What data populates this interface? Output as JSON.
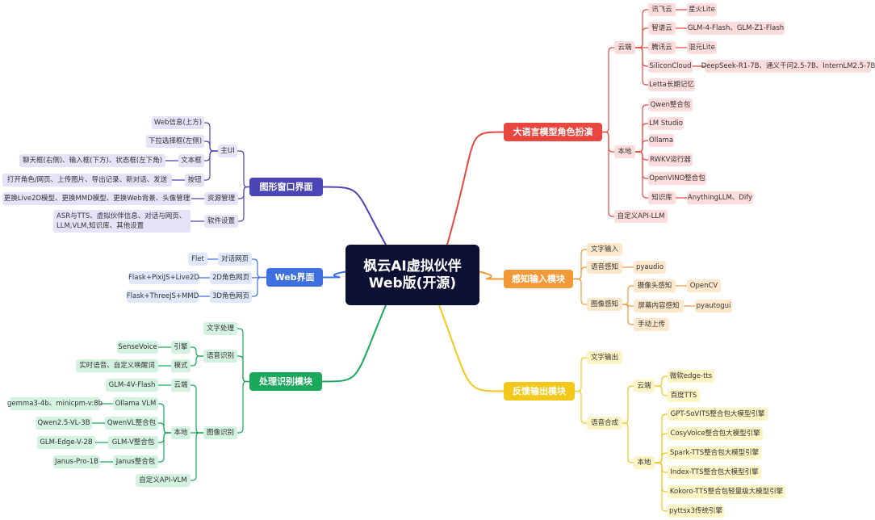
{
  "root": {
    "line1": "枫云AI虚拟伙伴",
    "line2": "Web版(开源)"
  },
  "colors": {
    "root": "#0c1033",
    "red": "#e8473f",
    "orange": "#f29a3a",
    "yellow": "#f2c81a",
    "green": "#1aa85c",
    "blue": "#3d6fe0",
    "purple": "#4b45b5"
  },
  "branches": {
    "llm": {
      "label": "大语言模型角色扮演",
      "cloud": {
        "label": "云端",
        "xunfei": {
          "label": "讯飞云",
          "leaf": "星火Lite"
        },
        "zhipu": {
          "label": "智谱云",
          "leaf": "GLM-4-Flash、GLM-Z1-Flash"
        },
        "tencent": {
          "label": "腾讯云",
          "leaf": "混元Lite"
        },
        "silicon": {
          "label": "SiliconCloud",
          "leaf": "DeepSeek-R1-7B、通义千问2.5-7B、InternLM2.5-7B"
        },
        "letta": {
          "label": "Letta长期记忆"
        }
      },
      "local": {
        "label": "本地",
        "items": [
          "Qwen整合包",
          "LM Studio",
          "Ollama",
          "RWKV运行器",
          "OpenVINO整合包"
        ],
        "kb": {
          "label": "知识库",
          "leaf": "AnythingLLM、Dify"
        }
      },
      "custom": "自定义API-LLM"
    },
    "input": {
      "label": "感知输入模块",
      "text": "文字输入",
      "voice": {
        "label": "语音感知",
        "leaf": "pyaudio"
      },
      "image": {
        "label": "图像感知",
        "camera": {
          "label": "摄像头感知",
          "leaf": "OpenCV"
        },
        "screen": {
          "label": "屏幕内容感知",
          "leaf": "pyautogui"
        },
        "upload": "手动上传"
      }
    },
    "output": {
      "label": "反馈输出模块",
      "text": "文字输出",
      "tts": {
        "label": "语音合成",
        "cloud": {
          "label": "云端",
          "items": [
            "微软edge-tts",
            "百度TTS"
          ]
        },
        "local": {
          "label": "本地",
          "items": [
            "GPT-SoVITS整合包大模型引擎",
            "CosyVoice整合包大模型引擎",
            "Spark-TTS整合包大模型引擎",
            "Index-TTS整合包大模型引擎",
            "Kokoro-TTS整合包轻量级大模型引擎",
            "pyttsx3传统引擎"
          ]
        }
      }
    },
    "gui": {
      "label": "图形窗口界面",
      "main": {
        "label": "主UI",
        "items": [
          "Web信息(上方)",
          "下拉选择框(左侧)"
        ],
        "textbox": {
          "label": "文本框",
          "leaf": "聊天框(右侧)、输入框(下方)、状态框(左下角)"
        },
        "buttons": {
          "label": "按钮",
          "leaf": "打开角色/网页、上传图片、导出记录、新对话、发送"
        }
      },
      "resource": {
        "label": "资源管理",
        "leaf": "更换Live2D模型、更换MMD模型、更换Web背景、头像管理"
      },
      "settings": {
        "label": "软件设置",
        "leaf": "ASR与TTS、虚拟伙伴信息、对话与网页、LLM,VLM,知识库、其他设置"
      }
    },
    "web": {
      "label": "Web界面",
      "chat": {
        "label": "对话网页",
        "leaf": "Flet"
      },
      "role2d": {
        "label": "2D角色网页",
        "leaf": "Flask+PixiJS+Live2D"
      },
      "role3d": {
        "label": "3D角色网页",
        "leaf": "Flask+ThreeJS+MMD"
      }
    },
    "process": {
      "label": "处理识别模块",
      "text": "文字处理",
      "asr": {
        "label": "语音识别",
        "engine": {
          "label": "引擎",
          "leaf": "SenseVoice"
        },
        "mode": {
          "label": "模式",
          "leaf": "实时语音、自定义唤醒词"
        }
      },
      "vision": {
        "label": "图像识别",
        "cloud": {
          "label": "云端",
          "leaf": "GLM-4V-Flash"
        },
        "local": {
          "label": "本地",
          "ollama": {
            "label": "Ollama VLM",
            "leaf": "gemma3-4b、minicpm-v:8b"
          },
          "qwenvl": {
            "label": "QwenVL整合包",
            "leaf": "Qwen2.5-VL-3B"
          },
          "glmv": {
            "label": "GLM-V整合包",
            "leaf": "GLM-Edge-V-2B"
          },
          "janus": {
            "label": "Janus整合包",
            "leaf": "Janus-Pro-1B"
          }
        },
        "custom": "自定义API-VLM"
      }
    }
  }
}
